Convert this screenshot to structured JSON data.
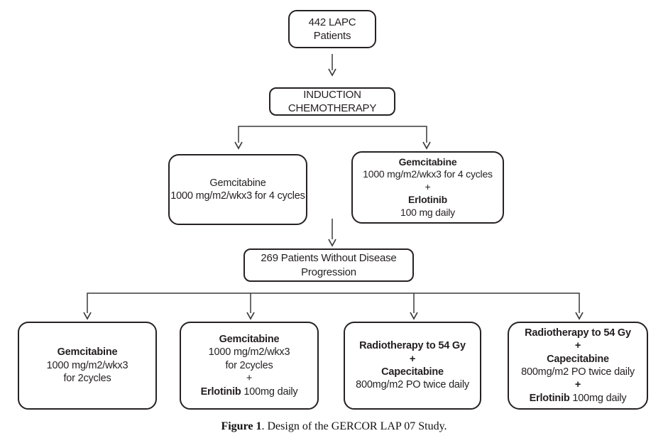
{
  "figure": {
    "caption_label": "Figure 1",
    "caption_text": ". Design of the GERCOR LAP 07 Study."
  },
  "colors": {
    "border": "#262223",
    "text": "#231f20",
    "background": "#ffffff"
  },
  "nodes": {
    "patients": {
      "line1": "442 LAPC",
      "line2": "Patients"
    },
    "induction": {
      "line1": "INDUCTION",
      "line2": "CHEMOTHERAPY"
    },
    "gem4": {
      "drug": "Gemcitabine",
      "dose": "1000 mg/m2/wkx3 for 4 cycles"
    },
    "gem4erl": {
      "drug1": "Gemcitabine",
      "dose1": "1000 mg/m2/wkx3 for 4 cycles",
      "plus": "+",
      "drug2": "Erlotinib",
      "dose2": "100 mg daily"
    },
    "progression": {
      "line1": "269 Patients Without Disease",
      "line2": "Progression"
    },
    "arm1": {
      "drug1": "Gemcitabine",
      "dose1a": "1000 mg/m2/wkx3",
      "dose1b": "for 2cycles"
    },
    "arm2": {
      "drug1": "Gemcitabine",
      "dose1a": "1000 mg/m2/wkx3",
      "dose1b": "for 2cycles",
      "plus": "+",
      "drug2": "Erlotinib",
      "dose2": "100mg daily"
    },
    "arm3": {
      "line1": "Radiotherapy to 54 Gy",
      "plus": "+",
      "drug2": "Capecitabine",
      "dose2": "800mg/m2 PO twice daily"
    },
    "arm4": {
      "line1": "Radiotherapy to 54 Gy",
      "plus1": "+",
      "drug2": "Capecitabine",
      "dose2": "800mg/m2 PO twice daily",
      "plus2": "+",
      "drug3": "Erlotinib",
      "dose3": "100mg daily"
    }
  }
}
